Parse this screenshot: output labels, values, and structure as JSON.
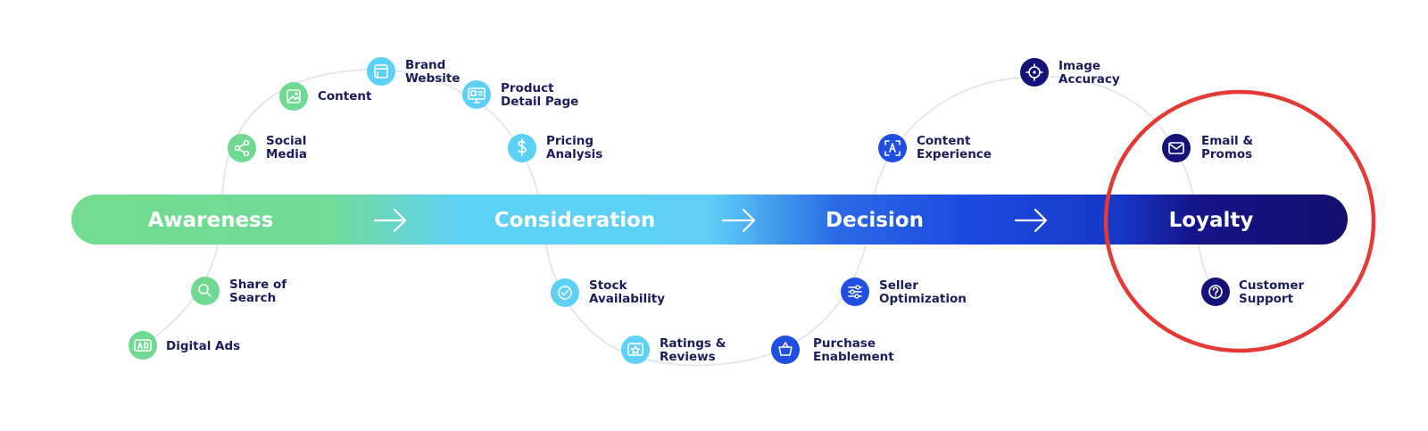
{
  "journey": {
    "stages": [
      {
        "label": "Awareness"
      },
      {
        "label": "Consideration"
      },
      {
        "label": "Decision"
      },
      {
        "label": "Loyalty"
      }
    ],
    "highlighted_stage": "Loyalty",
    "highlight_color": "#e53935"
  },
  "colors": {
    "awareness": "#6fd992",
    "consideration": "#5dd0f5",
    "decision": "#1e4fe0",
    "loyalty": "#15127a",
    "label_text": "#1b1c5c"
  },
  "nodes": {
    "awareness": [
      {
        "lines": [
          "Digital Ads"
        ],
        "icon": "ad-icon"
      },
      {
        "lines": [
          "Share of",
          "Search"
        ],
        "icon": "search-icon"
      },
      {
        "lines": [
          "Social",
          "Media"
        ],
        "icon": "share-icon"
      },
      {
        "lines": [
          "Content"
        ],
        "icon": "image-icon"
      }
    ],
    "consideration": [
      {
        "lines": [
          "Brand",
          "Website"
        ],
        "icon": "browser-window-icon"
      },
      {
        "lines": [
          "Product",
          "Detail Page"
        ],
        "icon": "monitor-icon"
      },
      {
        "lines": [
          "Pricing",
          "Analysis"
        ],
        "icon": "dollar-icon"
      },
      {
        "lines": [
          "Stock",
          "Availability"
        ],
        "icon": "check-circle-icon"
      },
      {
        "lines": [
          "Ratings &",
          "Reviews"
        ],
        "icon": "star-badge-icon"
      }
    ],
    "decision": [
      {
        "lines": [
          "Purchase",
          "Enablement"
        ],
        "icon": "basket-icon"
      },
      {
        "lines": [
          "Seller",
          "Optimization"
        ],
        "icon": "sliders-icon"
      },
      {
        "lines": [
          "Content",
          "Experience"
        ],
        "icon": "scan-icon"
      }
    ],
    "loyalty": [
      {
        "lines": [
          "Image",
          "Accuracy"
        ],
        "icon": "target-icon"
      },
      {
        "lines": [
          "Email &",
          "Promos"
        ],
        "icon": "mail-icon"
      },
      {
        "lines": [
          "Customer",
          "Support"
        ],
        "icon": "question-icon"
      }
    ]
  }
}
